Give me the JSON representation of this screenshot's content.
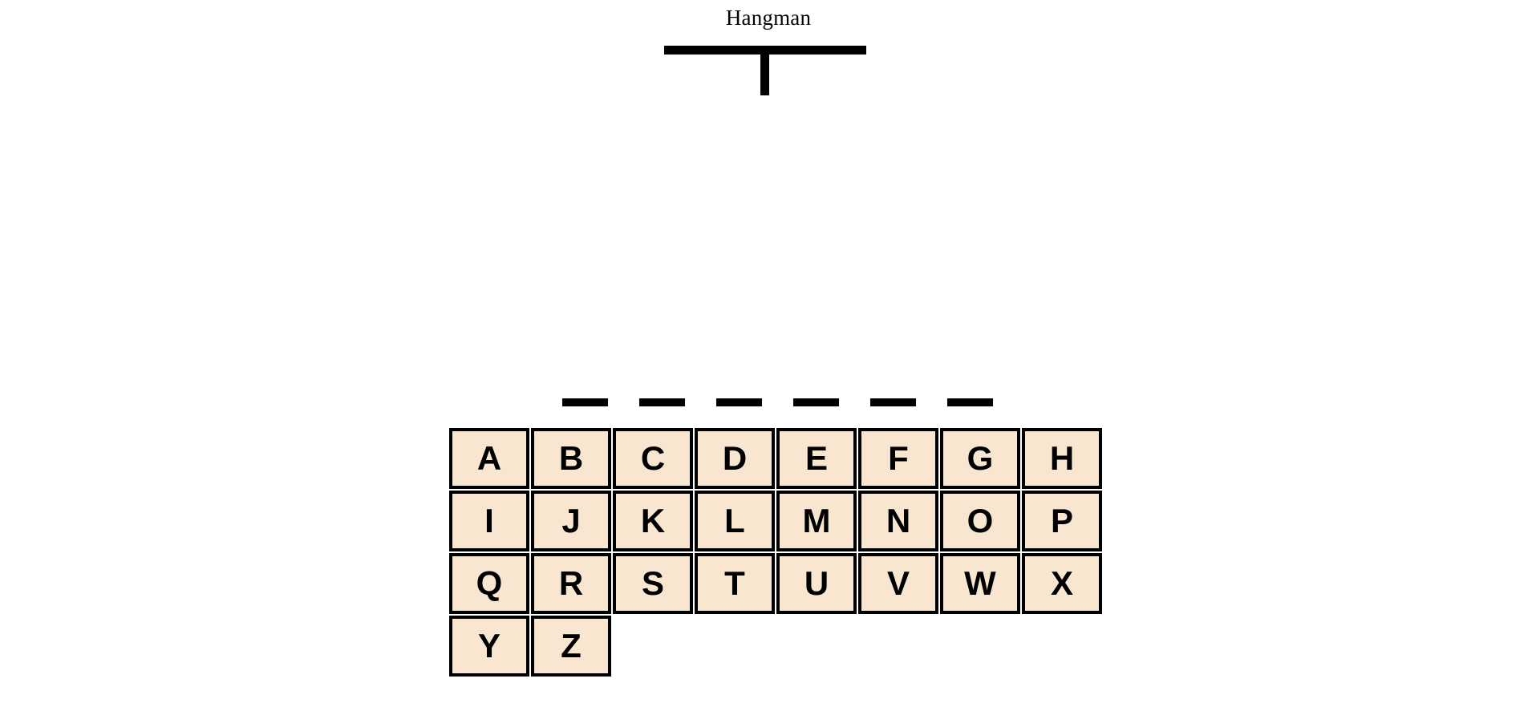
{
  "page": {
    "title": "Hangman",
    "background_color": "#ffffff"
  },
  "gallows": {
    "wrong_guesses": 0,
    "max_wrong_guesses": 6,
    "parts_drawn": [
      "beam",
      "post"
    ],
    "stroke_color": "#000000"
  },
  "word": {
    "length": 6,
    "slots": [
      {
        "letter": "",
        "revealed": false
      },
      {
        "letter": "",
        "revealed": false
      },
      {
        "letter": "",
        "revealed": false
      },
      {
        "letter": "",
        "revealed": false
      },
      {
        "letter": "",
        "revealed": false
      },
      {
        "letter": "",
        "revealed": false
      }
    ]
  },
  "keyboard": {
    "tile_color": "#F8E6D0",
    "border_color": "#000000",
    "text_color": "#000000",
    "rows": [
      {
        "keys": [
          {
            "label": "A",
            "used": false
          },
          {
            "label": "B",
            "used": false
          },
          {
            "label": "C",
            "used": false
          },
          {
            "label": "D",
            "used": false
          },
          {
            "label": "E",
            "used": false
          },
          {
            "label": "F",
            "used": false
          },
          {
            "label": "G",
            "used": false
          },
          {
            "label": "H",
            "used": false
          }
        ]
      },
      {
        "keys": [
          {
            "label": "I",
            "used": false
          },
          {
            "label": "J",
            "used": false
          },
          {
            "label": "K",
            "used": false
          },
          {
            "label": "L",
            "used": false
          },
          {
            "label": "M",
            "used": false
          },
          {
            "label": "N",
            "used": false
          },
          {
            "label": "O",
            "used": false
          },
          {
            "label": "P",
            "used": false
          }
        ]
      },
      {
        "keys": [
          {
            "label": "Q",
            "used": false
          },
          {
            "label": "R",
            "used": false
          },
          {
            "label": "S",
            "used": false
          },
          {
            "label": "T",
            "used": false
          },
          {
            "label": "U",
            "used": false
          },
          {
            "label": "V",
            "used": false
          },
          {
            "label": "W",
            "used": false
          },
          {
            "label": "X",
            "used": false
          }
        ]
      },
      {
        "keys": [
          {
            "label": "Y",
            "used": false
          },
          {
            "label": "Z",
            "used": false
          }
        ]
      }
    ]
  }
}
